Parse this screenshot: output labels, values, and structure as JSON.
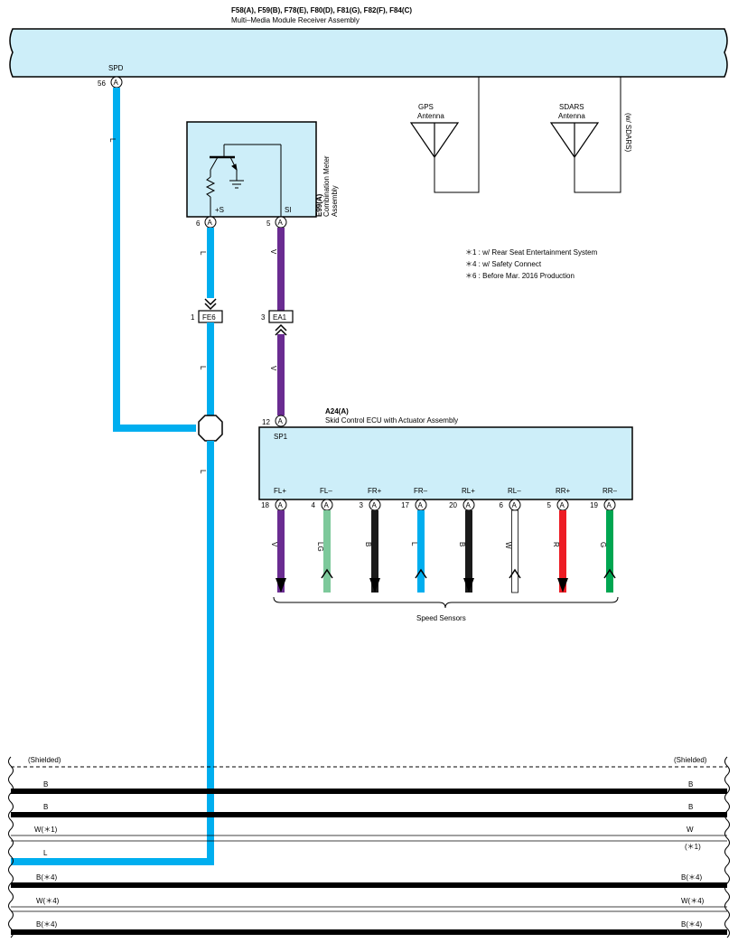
{
  "header": {
    "connectors": "F58(A), F59(B), F78(E), F80(D), F81(G), F82(F), F84(C)",
    "component": "Multi–Media Module Receiver Assembly"
  },
  "mmm": {
    "pin_label": "SPD",
    "pin_number": "56",
    "pin_connector": "A"
  },
  "combination_meter": {
    "connector": "E99(A)",
    "name_line1": "Combination Meter",
    "name_line2": "Assembly",
    "pin_plus_s": "+S",
    "pin_si": "SI",
    "pin_left_number": "6",
    "pin_right_number": "5",
    "pin_connector": "A"
  },
  "antennas": {
    "gps_line1": "GPS",
    "gps_line2": "Antenna",
    "sdars_line1": "SDARS",
    "sdars_line2": "Antenna",
    "sdars_note": "(w/ SDARS)"
  },
  "notes": [
    "＊1 : w/ Rear Seat Entertainment System",
    "＊4 : w/ Safety Connect",
    "＊6 : Before Mar.  2016 Production"
  ],
  "junctions": {
    "fe6_number": "1",
    "fe6_label": "FE6",
    "ea1_number": "3",
    "ea1_label": "EA1"
  },
  "wire_colors": {
    "l": "L",
    "v": "V"
  },
  "skid_ecu": {
    "connector": "A24(A)",
    "name": "Skid Control ECU with Actuator Assembly",
    "pin_top_number": "12",
    "pin_top_label": "SP1",
    "pin_connector": "A",
    "pins": [
      {
        "label": "FL+",
        "number": "18",
        "wire": "V",
        "color": "#6a2c91"
      },
      {
        "label": "FL–",
        "number": "4",
        "wire": "LG",
        "color": "#7dc99b"
      },
      {
        "label": "FR+",
        "number": "3",
        "wire": "B",
        "color": "#1a1a1a"
      },
      {
        "label": "FR–",
        "number": "17",
        "wire": "L",
        "color": "#00aeef"
      },
      {
        "label": "RL+",
        "number": "20",
        "wire": "B",
        "color": "#1a1a1a"
      },
      {
        "label": "RL–",
        "number": "6",
        "wire": "W",
        "color": "#ffffff"
      },
      {
        "label": "RR+",
        "number": "5",
        "wire": "R",
        "color": "#ed1c24"
      },
      {
        "label": "RR–",
        "number": "19",
        "wire": "G",
        "color": "#00a651"
      }
    ],
    "sensors_label": "Speed Sensors"
  },
  "bus": {
    "shielded_left": "(Shielded)",
    "shielded_right": "(Shielded)",
    "lines": [
      {
        "left": "B",
        "right": "B"
      },
      {
        "left": "B",
        "right": "B"
      },
      {
        "left": "W(＊1)",
        "right": "W"
      },
      {
        "left": "L",
        "right": "(＊1)"
      },
      {
        "left": "B(＊4)",
        "right": "B(＊4)"
      },
      {
        "left": "W(＊4)",
        "right": "W(＊4)"
      },
      {
        "left": "B(＊4)",
        "right": "B(＊4)"
      }
    ]
  },
  "colors": {
    "module_fill": "#cdeef9",
    "blue_wire": "#00aeef",
    "violet_wire": "#6a2c91",
    "black": "#000000"
  }
}
